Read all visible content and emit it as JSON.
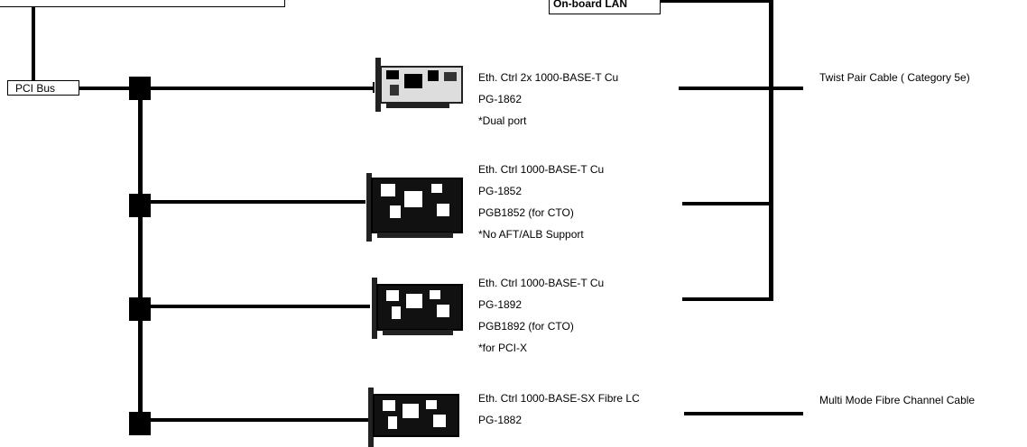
{
  "onboard_lan": {
    "label": "On-board LAN"
  },
  "pci_bus": {
    "label": "PCI Bus"
  },
  "cables": {
    "twisted_pair": "Twist Pair Cable ( Category 5e)",
    "fibre": "Multi Mode Fibre Channel Cable"
  },
  "cards": [
    {
      "lines": [
        "Eth. Ctrl 2x 1000-BASE-T Cu",
        "PG-1862",
        "*Dual port"
      ]
    },
    {
      "lines": [
        "Eth. Ctrl 1000-BASE-T Cu",
        "PG-1852",
        "PGB1852 (for CTO)",
        "*No AFT/ALB Support"
      ]
    },
    {
      "lines": [
        "Eth. Ctrl 1000-BASE-T Cu",
        "PG-1892",
        "PGB1892 (for CTO)",
        "*for PCI-X"
      ]
    },
    {
      "lines": [
        "Eth. Ctrl 1000-BASE-SX Fibre LC",
        "PG-1882"
      ]
    }
  ],
  "colors": {
    "line": "#000000",
    "background": "#ffffff"
  }
}
